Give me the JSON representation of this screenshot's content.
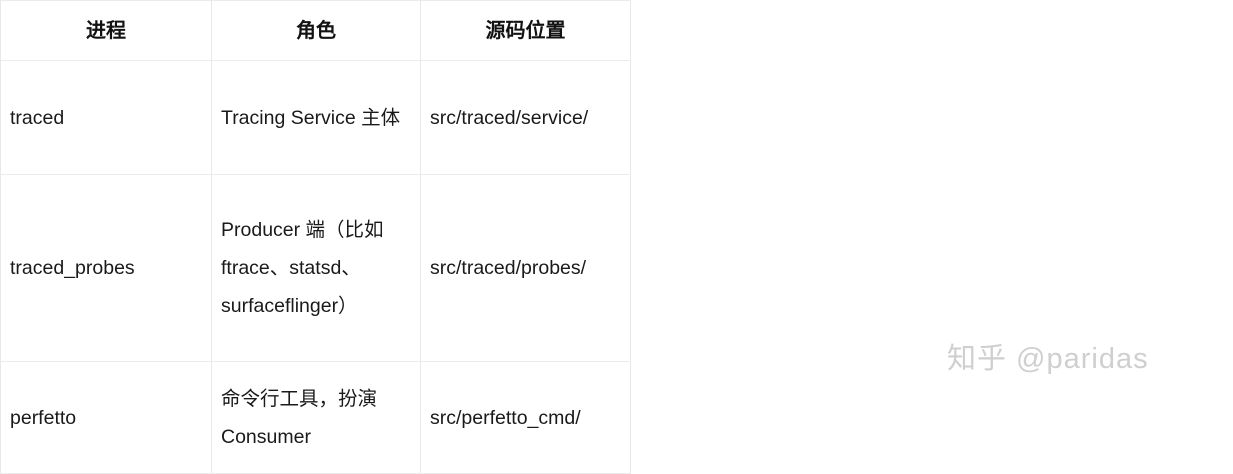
{
  "table": {
    "headers": [
      {
        "label": "进程"
      },
      {
        "label": "角色"
      },
      {
        "label": "源码位置"
      }
    ],
    "rows": [
      {
        "process": "traced",
        "role": "Tracing Service 主体",
        "source": "src/traced/service/"
      },
      {
        "process": "traced_probes",
        "role": "Producer 端（比如 ftrace、statsd、surfaceflinger）",
        "source": "src/traced/probes/"
      },
      {
        "process": "perfetto",
        "role": "命令行工具，扮演 Consumer",
        "source": "src/perfetto_cmd/"
      }
    ]
  },
  "watermark": {
    "text": "知乎 @paridas",
    "color": "#cfcfcf"
  },
  "colors": {
    "background": "#ffffff",
    "border": "#ebebeb",
    "text": "#1a1a1a",
    "header_text": "#121212"
  }
}
